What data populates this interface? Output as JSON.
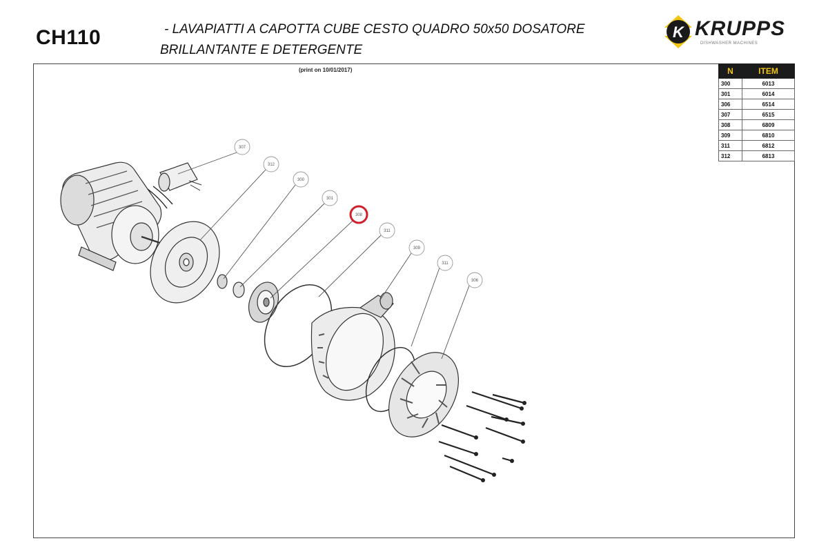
{
  "header": {
    "code": "CH110",
    "title_line1": "LAVAPIATTI A CAPOTTA CUBE CESTO QUADRO 50x50 DOSATORE",
    "title_line2": "BRILLANTANTE E DETERGENTE",
    "logo_text": "KRUPPS",
    "logo_tagline": "DISHWASHER MACHINES",
    "logo_accent": "#f2c514"
  },
  "print_note": "(print on 10/01/2017)",
  "items_table": {
    "headers": [
      "N",
      "ITEM"
    ],
    "rows": [
      [
        "300",
        "6013"
      ],
      [
        "301",
        "6014"
      ],
      [
        "306",
        "6514"
      ],
      [
        "307",
        "6515"
      ],
      [
        "308",
        "6809"
      ],
      [
        "309",
        "6810"
      ],
      [
        "311",
        "6812"
      ],
      [
        "312",
        "6813"
      ]
    ]
  },
  "callouts": [
    {
      "label": "307"
    },
    {
      "label": "312"
    },
    {
      "label": "300"
    },
    {
      "label": "301"
    },
    {
      "label": "308"
    },
    {
      "label": "311"
    },
    {
      "label": "309"
    },
    {
      "label": "311"
    },
    {
      "label": "306"
    }
  ],
  "highlight_color": "#d0202a"
}
